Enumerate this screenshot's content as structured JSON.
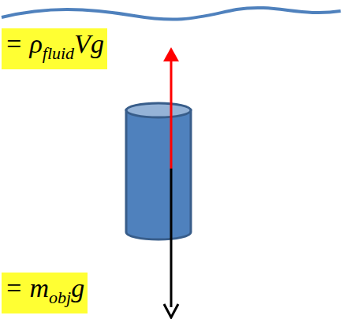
{
  "diagram": {
    "labels": [
      "= ρ",
      "fluid",
      "Vg",
      "= m",
      "obj",
      "g"
    ]
  }
}
